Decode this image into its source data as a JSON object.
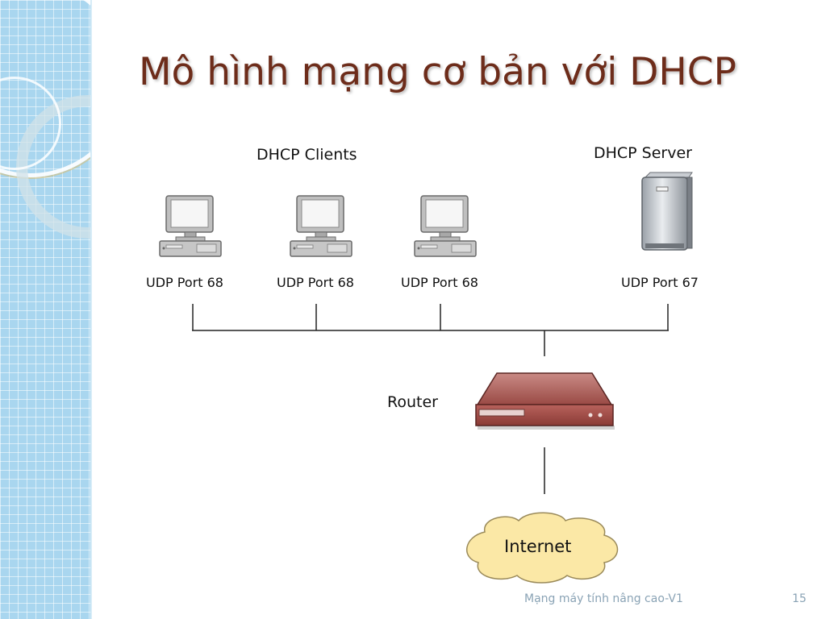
{
  "slide": {
    "title": "Mô hình mạng cơ bản với DHCP",
    "footer": "Mạng máy tính nâng cao-V1",
    "page_number": "15"
  },
  "diagram": {
    "clients_label": "DHCP Clients",
    "server_label": "DHCP Server",
    "router_label": "Router",
    "internet_label": "Internet",
    "clients": [
      {
        "port": "UDP Port 68"
      },
      {
        "port": "UDP Port 68"
      },
      {
        "port": "UDP Port 68"
      }
    ],
    "server_port": "UDP Port 67"
  },
  "colors": {
    "title": "#6d2c1a",
    "sidebar": "#a9d6ef",
    "router": "#9a4545",
    "cloud": "#fbe8a6"
  },
  "icons": [
    "desktop-computer-icon",
    "server-tower-icon",
    "router-icon",
    "internet-cloud-icon"
  ]
}
